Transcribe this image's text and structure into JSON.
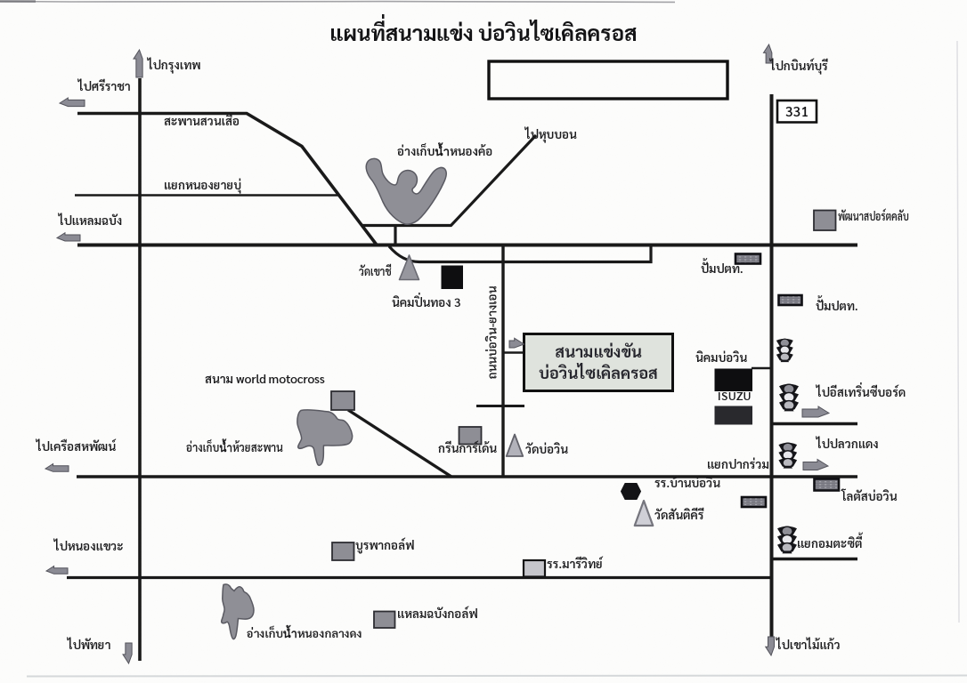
{
  "title": "แผนที่สนามแข่ง บ่อวินไซเคิลครอส",
  "route_badge": "331",
  "track_box": {
    "line1": "สนามแข่งขัน",
    "line2": "บ่อวินไซเคิลครอส"
  },
  "directions": {
    "bangkok": "ไปกรุงเทพ",
    "sriracha": "ไปศรีราชา",
    "laem_chabang": "ไปแหลมฉบัง",
    "kabinburi": "ไปกบินท์บุรี",
    "hub_bon": "ไปหุบบอน",
    "saha_pat": "ไปเครือสหพัฒน์",
    "eastern_seaboard": "ไปอีสเทริ่นซีบอร์ด",
    "pluak_daeng": "ไปปลวกแดง",
    "nong_khwae": "ไปหนองแขวะ",
    "pattaya": "ไปพัทยา",
    "khao_mai_kaew": "ไปเขาไม้แก้ว"
  },
  "junctions": {
    "suan_suea_bridge": "สะพานสวนเสือ",
    "nong_yai_bu": "แยกหนองยายบุ่",
    "pak_ruam": "แยกปากร่วม",
    "amata_city": "แยกอมตะซิตี้"
  },
  "roads": {
    "bo_win_yang_en": "ถนนบ่อวิน-ยางเอน"
  },
  "places": {
    "nong_kho_reservoir": "อ่างเก็บน้ำหนองค้อ",
    "wat_khao_chi": "วัดเขาชี",
    "pinthong_estate": "นิคมปิ่นทอง 3",
    "pattana_sport_club": "พัฒนาสปอร์ตคลับ",
    "ptt_station_1": "ปั้มปตท.",
    "ptt_station_2": "ปั้มปตท.",
    "ptt_station_3": "ปั้มปตท.",
    "bo_win_estate": "นิคมบ่อวิน",
    "isuzu": "ISUZU",
    "world_motocross": "สนาม world motocross",
    "huai_saphan_reservoir": "อ่างเก็บน้ำห้วยสะพาน",
    "green_garden": "กรีนการ์เด้น",
    "wat_bo_win": "วัดบ่อวิน",
    "ban_bo_win_school": "รร.บ้านบ่อวิน",
    "lotus_bo_win": "โลตัสบ่อวิน",
    "wat_santi_khiri": "วัดสันติคีรี",
    "burapha_golf": "บูรพากอล์ฟ",
    "maree_wit_school": "รร.มารีวิทย์",
    "laem_chabang_golf": "แหลมฉบังกอล์ฟ",
    "nong_klang_dong_reservoir": "อ่างเก็บน้ำหนองกลางดง"
  },
  "colors": {
    "paper": "#fdfdfc",
    "road": "#1a1a1a",
    "text": "#1c1c1e",
    "gray_fill": "#8e8e95",
    "light_gray_fill": "#c6c6cb",
    "black_fill": "#111111",
    "track_box_fill": "#dfe3dd",
    "arrow_fill": "#8b8b94"
  }
}
